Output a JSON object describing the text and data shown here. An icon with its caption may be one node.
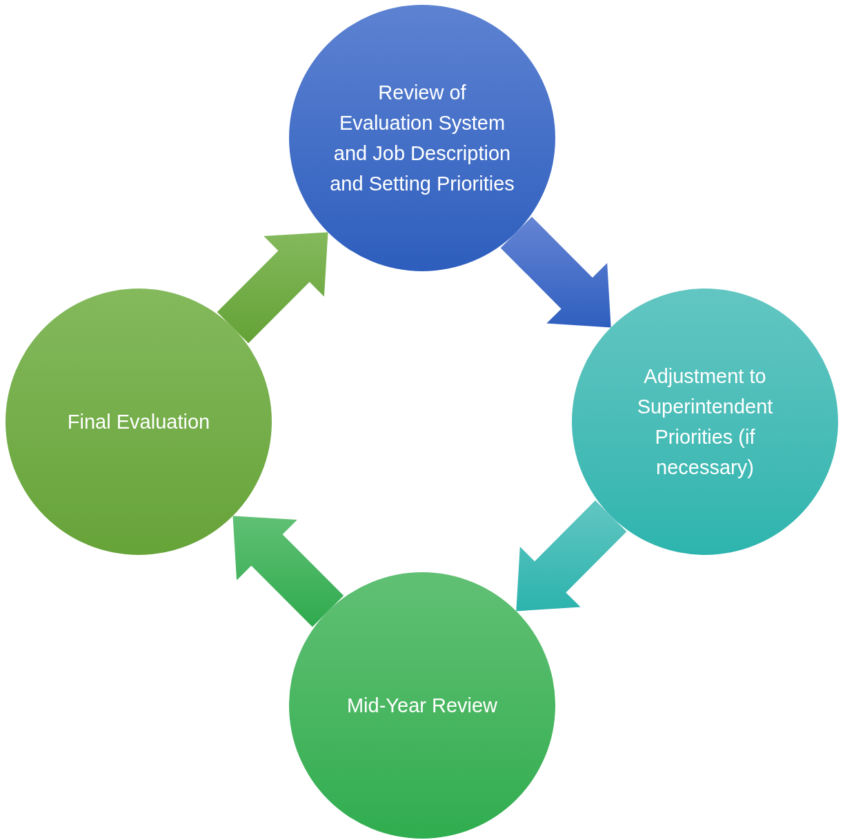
{
  "diagram": {
    "nodes": [
      {
        "text": [
          "Review of Evaluation System and Job Description and Setting Priorities"
        ]
      },
      {
        "text": [
          "Adjustment to Superintendent Priorities (if necessary)"
        ]
      },
      {
        "text": [
          "Mid-Year Review"
        ]
      },
      {
        "text": [
          "Final Evaluation"
        ]
      }
    ],
    "edges": [
      {
        "from": 0,
        "to": 1,
        "arrow": "to"
      },
      {
        "from": 1,
        "to": 2,
        "arrow": "to"
      },
      {
        "from": 2,
        "to": 3,
        "arrow": "to"
      },
      {
        "from": 3,
        "to": 0,
        "arrow": "to"
      }
    ]
  }
}
